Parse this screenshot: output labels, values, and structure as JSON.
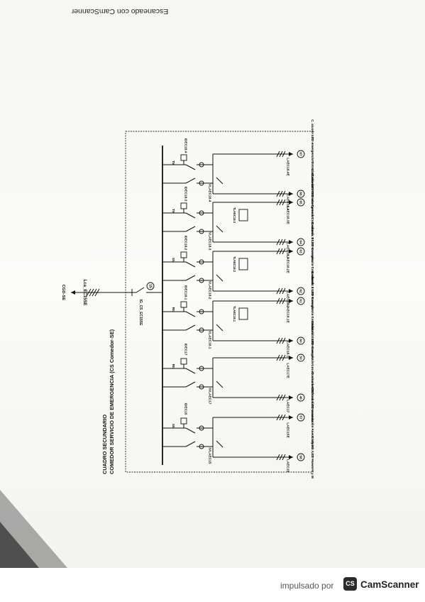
{
  "scanner_header": "Escaneado con CamScanner",
  "footer": {
    "powered_by": "impulsado por",
    "brand": "CamScanner",
    "logo": "CS"
  },
  "panel": {
    "title_line1": "CUADRO SECUNDARIO",
    "title_line2": "COMEDOR SERVICIO DE EMERGENCIA (CS Comedor-SE)",
    "feeder": "CGD-SE",
    "feeder_line": "Lca_EC15SE",
    "main_switch": "IG_CS_EC15SE",
    "main_circle": "15"
  },
  "circuits": [
    {
      "breaker": "IDEC15",
      "diff": "IVLAEC15",
      "line": "LAEC15",
      "lineE": "LAEC15E",
      "sn": "SN",
      "num1": "58",
      "num2": "57",
      "desc1": "C. alumb. LED Aseos H y M",
      "desc2": "C. alumb. LED evacuación Aseos H y M"
    },
    {
      "breaker": "IDEC17",
      "diff": "IVLAEC17",
      "line": "LAEC17",
      "lineE": "LAEC17E",
      "sn": "RN",
      "num1": "49",
      "num2": "50",
      "desc1": "C. alumb. LED Lavabos comedor",
      "desc2": "C. alumb. LED emergencia Lavabos comedor"
    },
    {
      "breaker": "IDEC18.1",
      "diff": "IVLAEC18.1",
      "tele": "TLAEC18.1",
      "line": "LAEC18.1",
      "lineE": "LAEC18.1E",
      "sn": "RN",
      "num1": "60",
      "num2": "61",
      "desc1": "C. alumb. 1 LED Comedor",
      "desc2": "C. alumb. 1 LED emergencia Comedor"
    },
    {
      "breaker": "IDEC18.2",
      "diff": "IVLAEC18.2",
      "tele": "TLAEC18.2",
      "line": "LAEC18.2",
      "lineE": "LAEC18.2E",
      "sn": "SN",
      "num1": "62",
      "num2": "63",
      "desc1": "C. alumb. 2 LED Comedor",
      "desc2": "C. alumb. 2 LED emergencia Comedor"
    },
    {
      "breaker": "IDEC18.3",
      "diff": "IVLAEC18.3",
      "tele": "TLAEC18.3",
      "line": "LAEC18.3",
      "lineE": "LAEC18.3E",
      "sn": "TN",
      "num1": "64",
      "num2": "65",
      "desc1": "C. alumb. 3 LED Comedor",
      "desc2": "C. alumb. 3 LED emergencia Comedor"
    },
    {
      "breaker": "IDEC18.4",
      "diff": "IVLAEC18.4",
      "line": "LAEC18.4",
      "lineE": "LAEC18.4E",
      "sn": "TN",
      "num1": "66",
      "num2": "67",
      "desc1": "C. alumb. LED Entrada Comedor",
      "desc2": "C. alumb. LED emergencia Entrada Comedor"
    }
  ]
}
